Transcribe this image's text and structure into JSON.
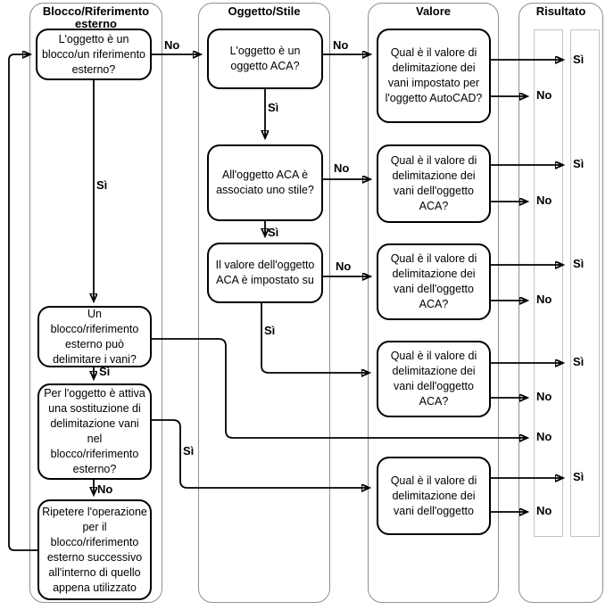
{
  "columns": {
    "blocco": {
      "title_line1": "Blocco/Riferimento",
      "title_line2": "esterno"
    },
    "oggetto": {
      "title": "Oggetto/Stile"
    },
    "valore": {
      "title": "Valore"
    },
    "risultato": {
      "title": "Risultato"
    }
  },
  "nodes": {
    "l1": {
      "text": "L'oggetto è un blocco/un riferimento esterno?"
    },
    "l2": {
      "text": "Un blocco/riferimento esterno può delimitare i vani?"
    },
    "l3": {
      "text": "Per l'oggetto è attiva una sostituzione di delimitazione vani nel blocco/riferimento esterno?"
    },
    "l4": {
      "text": "Ripetere l'operazione per il blocco/riferimento esterno successivo all'interno di quello appena utilizzato"
    },
    "o1": {
      "text": "L'oggetto è un oggetto ACA?"
    },
    "o2": {
      "text": "All'oggetto ACA è associato uno stile?"
    },
    "o3": {
      "text": "Il valore dell'oggetto ACA è impostato su"
    },
    "v1": {
      "text": "Qual è il valore di delimitazione dei vani impostato per l'oggetto AutoCAD?"
    },
    "v2": {
      "text": "Qual è il valore di delimitazione dei vani dell'oggetto ACA?"
    },
    "v3": {
      "text": "Qual è il valore di delimitazione dei vani dell'oggetto ACA?"
    },
    "v4": {
      "text": "Qual è il valore di delimitazione dei vani dell'oggetto ACA?"
    },
    "v5": {
      "text": "Qual è il valore di delimitazione dei vani dell'oggetto"
    }
  },
  "labels": {
    "yes": "Sì",
    "no": "No"
  },
  "colors": {
    "line": "#000000",
    "container_border": "#8f8f8f",
    "lane_border": "#c3c3c3",
    "background": "#ffffff",
    "text": "#000000"
  }
}
